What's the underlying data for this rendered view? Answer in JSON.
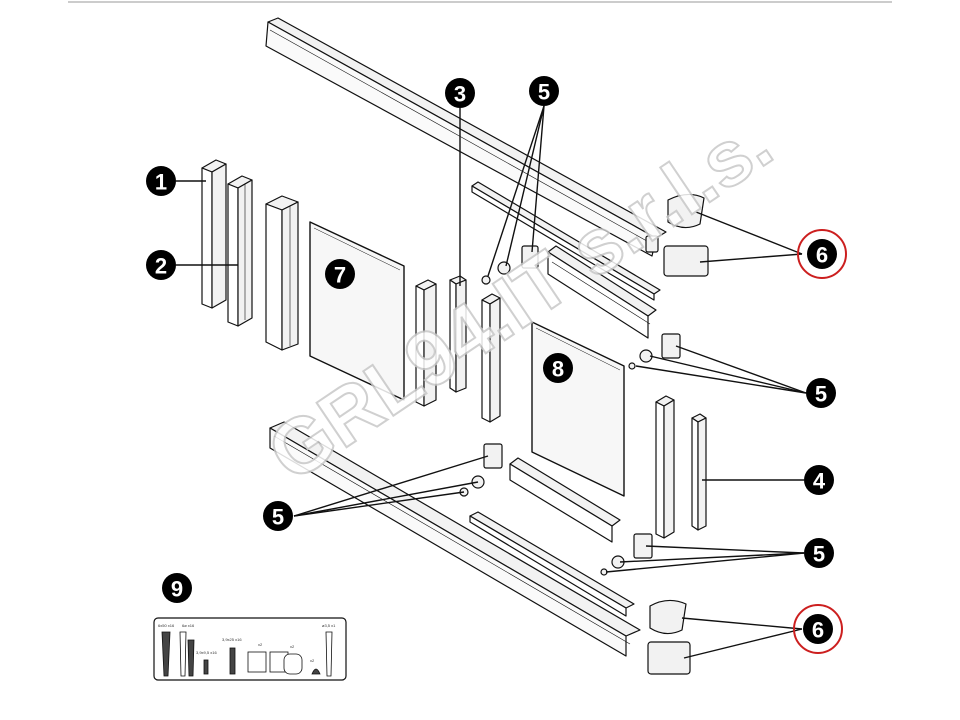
{
  "watermark": "GRL94.IT s.r.l.s.",
  "colors": {
    "line": "#111111",
    "part_fill": "#f2f2f2",
    "glass_fill": "#f7f7f7",
    "callout_fill": "#000000",
    "highlight_ring": "#cc1f1f",
    "watermark_stroke": "#c8c8c8"
  },
  "callouts": [
    {
      "id": "callout-1",
      "label": "1",
      "highlighted": false
    },
    {
      "id": "callout-2",
      "label": "2",
      "highlighted": false
    },
    {
      "id": "callout-3",
      "label": "3",
      "highlighted": false
    },
    {
      "id": "callout-4",
      "label": "4",
      "highlighted": false
    },
    {
      "id": "callout-5a",
      "label": "5",
      "highlighted": false
    },
    {
      "id": "callout-5b",
      "label": "5",
      "highlighted": false
    },
    {
      "id": "callout-5c",
      "label": "5",
      "highlighted": false
    },
    {
      "id": "callout-5d",
      "label": "5",
      "highlighted": false
    },
    {
      "id": "callout-6a",
      "label": "6",
      "highlighted": true
    },
    {
      "id": "callout-6b",
      "label": "6",
      "highlighted": true
    },
    {
      "id": "callout-7",
      "label": "7",
      "highlighted": false
    },
    {
      "id": "callout-8",
      "label": "8",
      "highlighted": false
    },
    {
      "id": "callout-9",
      "label": "9",
      "highlighted": false
    }
  ],
  "hardware_kit": {
    "labels": [
      "6x50 x16",
      "6ø x16",
      "3,9x9,5 x16",
      "3,9x25 x16",
      "x2",
      "x2",
      "x2",
      "ø3,5 x1"
    ]
  }
}
